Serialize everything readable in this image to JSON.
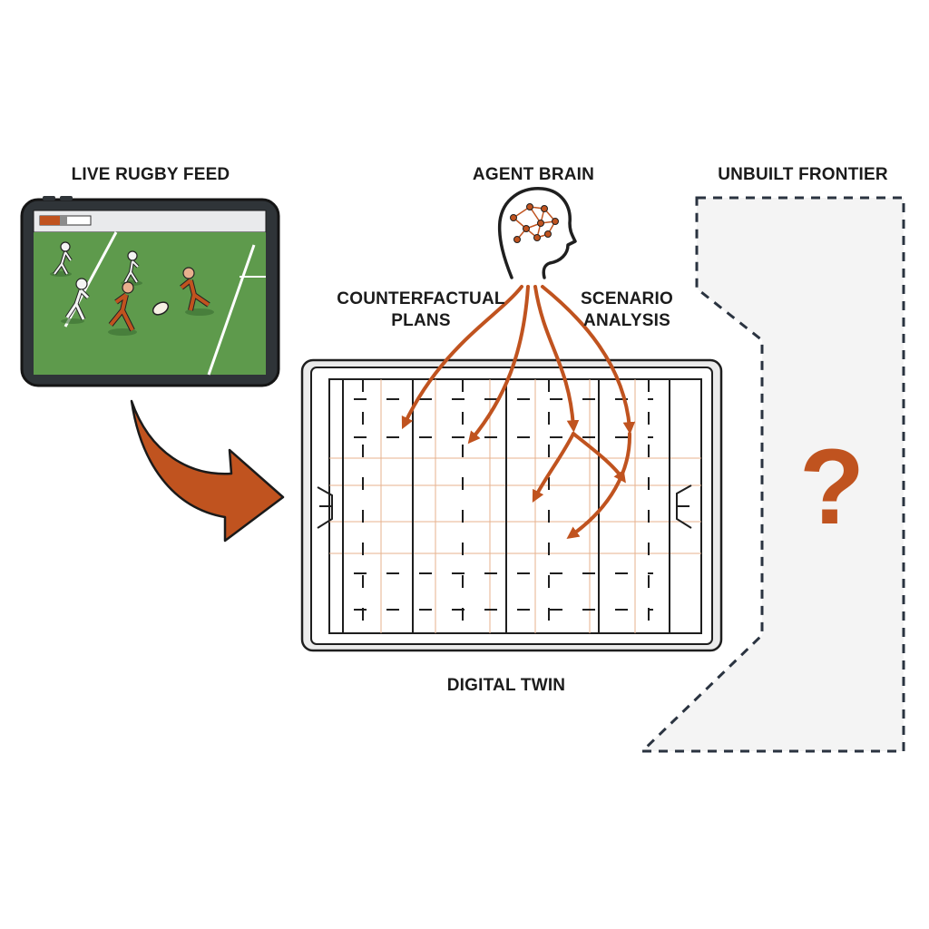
{
  "labels": {
    "live_feed": "LIVE RUGBY FEED",
    "agent_brain": "AGENT BRAIN",
    "unbuilt_frontier": "UNBUILT FRONTIER",
    "counterfactual_line1": "COUNTERFACTUAL",
    "counterfactual_line2": "PLANS",
    "scenario_line1": "SCENARIO",
    "scenario_line2": "ANALYSIS",
    "digital_twin": "DIGITAL TWIN",
    "question_mark": "?"
  },
  "icons": {
    "feed": "tablet-video-icon",
    "brain": "head-neural-network-icon",
    "flow": "curved-arrow-icon",
    "field": "rugby-pitch-icon"
  },
  "colors": {
    "accent": "#c0531f",
    "outline": "#1e1e1e",
    "pitch_green": "#5e9a4c",
    "frontier_fill": "#f4f4f4"
  }
}
